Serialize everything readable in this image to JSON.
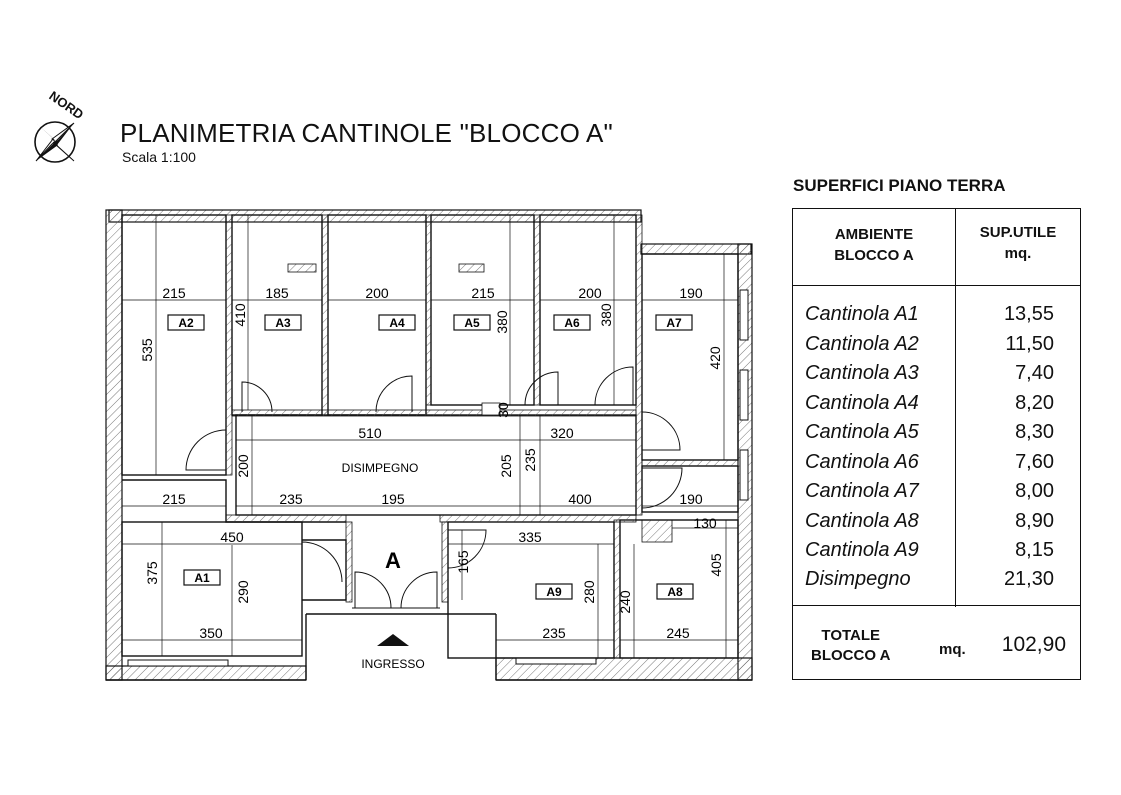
{
  "header": {
    "title": "PLANIMETRIA CANTINOLE \"BLOCCO A\"",
    "scale": "Scala  1:100",
    "north_label": "NORD",
    "north_icon": "compass-rose-icon"
  },
  "plan": {
    "rooms": [
      {
        "code": "A1"
      },
      {
        "code": "A2"
      },
      {
        "code": "A3"
      },
      {
        "code": "A4"
      },
      {
        "code": "A5"
      },
      {
        "code": "A6"
      },
      {
        "code": "A7"
      },
      {
        "code": "A8"
      },
      {
        "code": "A9"
      }
    ],
    "corridor_label": "DISIMPEGNO",
    "entrance_letter": "A",
    "entrance_label": "INGRESSO",
    "dimensions": [
      "215",
      "185",
      "200",
      "215",
      "200",
      "190",
      "535",
      "410",
      "380",
      "380",
      "420",
      "30",
      "510",
      "320",
      "200",
      "205",
      "235",
      "215",
      "235",
      "195",
      "400",
      "190",
      "130",
      "450",
      "335",
      "375",
      "290",
      "165",
      "280",
      "240",
      "405",
      "350",
      "235",
      "245"
    ]
  },
  "table": {
    "section_title": "SUPERFICI PIANO TERRA",
    "col1_header_line1": "AMBIENTE",
    "col1_header_line2": "BLOCCO A",
    "col2_header_line1": "SUP.UTILE",
    "col2_header_line2": "mq.",
    "rows": [
      {
        "name": "Cantinola A1",
        "value": "13,55"
      },
      {
        "name": "Cantinola A2",
        "value": "11,50"
      },
      {
        "name": "Cantinola A3",
        "value": "7,40"
      },
      {
        "name": "Cantinola A4",
        "value": "8,20"
      },
      {
        "name": "Cantinola A5",
        "value": "8,30"
      },
      {
        "name": "Cantinola A6",
        "value": "7,60"
      },
      {
        "name": "Cantinola A7",
        "value": "8,00"
      },
      {
        "name": "Cantinola A8",
        "value": "8,90"
      },
      {
        "name": "Cantinola A9",
        "value": "8,15"
      },
      {
        "name": "Disimpegno",
        "value": "21,30"
      }
    ],
    "total_label_line1": "TOTALE",
    "total_label_line2": "BLOCCO A",
    "total_unit": "mq.",
    "total_value": "102,90"
  }
}
